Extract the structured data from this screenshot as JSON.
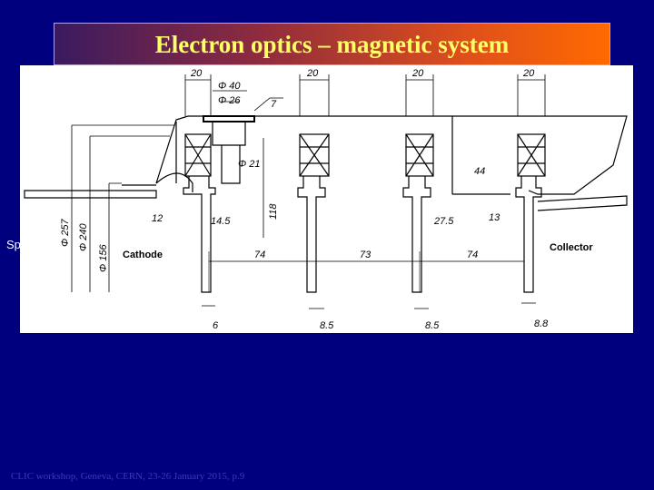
{
  "slide": {
    "title": "Electron optics – magnetic system",
    "side_text": "Sp",
    "footer": "CLIC workshop, Geneva, CERN, 23-26 January 2015, p.9"
  },
  "drawing": {
    "dim_top": [
      "20",
      "20",
      "20",
      "20"
    ],
    "dim_phi40": "Φ 40",
    "dim_phi26": "Φ 26",
    "dim_7": "7",
    "dim_phi21": "Φ 21",
    "dim_44": "44",
    "dim_118": "118",
    "dim_12": "12",
    "dim_14_5": "14.5",
    "dim_27_5": "27.5",
    "dim_13": "13",
    "dim_phi257": "Φ 257",
    "dim_phi240": "Φ 240",
    "dim_phi156": "Φ 156",
    "label_cathode": "Cathode",
    "label_collector": "Collector",
    "dim_spacing": [
      "74",
      "73",
      "74"
    ],
    "dim_bottom": [
      "6",
      "8.5",
      "8.5",
      "8.8"
    ]
  },
  "colors": {
    "background": "#00007f",
    "title_text": "#ffff66",
    "footer_text": "#3b3bb8"
  }
}
